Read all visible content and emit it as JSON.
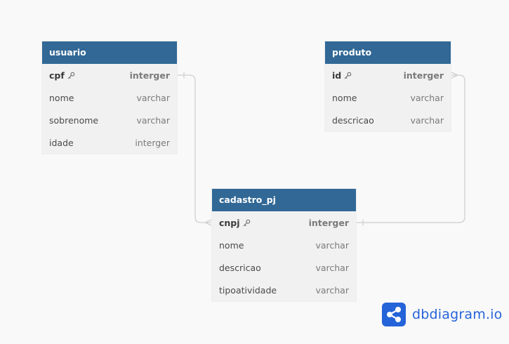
{
  "tables": {
    "usuario": {
      "name": "usuario",
      "fields": [
        {
          "name": "cpf",
          "type": "interger",
          "pk": true
        },
        {
          "name": "nome",
          "type": "varchar"
        },
        {
          "name": "sobrenome",
          "type": "varchar"
        },
        {
          "name": "idade",
          "type": "interger"
        }
      ]
    },
    "produto": {
      "name": "produto",
      "fields": [
        {
          "name": "id",
          "type": "interger",
          "pk": true
        },
        {
          "name": "nome",
          "type": "varchar"
        },
        {
          "name": "descricao",
          "type": "varchar"
        }
      ]
    },
    "cadastro_pj": {
      "name": "cadastro_pj",
      "fields": [
        {
          "name": "cnpj",
          "type": "interger",
          "pk": true
        },
        {
          "name": "nome",
          "type": "varchar"
        },
        {
          "name": "descricao",
          "type": "varchar"
        },
        {
          "name": "tipoatividade",
          "type": "varchar"
        }
      ]
    }
  },
  "relationships": [
    {
      "from": "usuario.cpf",
      "from_cardinality": "one",
      "to": "cadastro_pj.cnpj",
      "to_cardinality": "many"
    },
    {
      "from": "cadastro_pj.cnpj",
      "from_cardinality": "one",
      "to": "produto.id",
      "to_cardinality": "many"
    }
  ],
  "colors": {
    "header": "#316896",
    "header_text": "#ffffff",
    "body": "#f1f1f1",
    "connector": "#cfcfcf",
    "brand": "#2563d9"
  },
  "brand": {
    "name": "dbdiagram.io",
    "icon": "share-icon"
  }
}
